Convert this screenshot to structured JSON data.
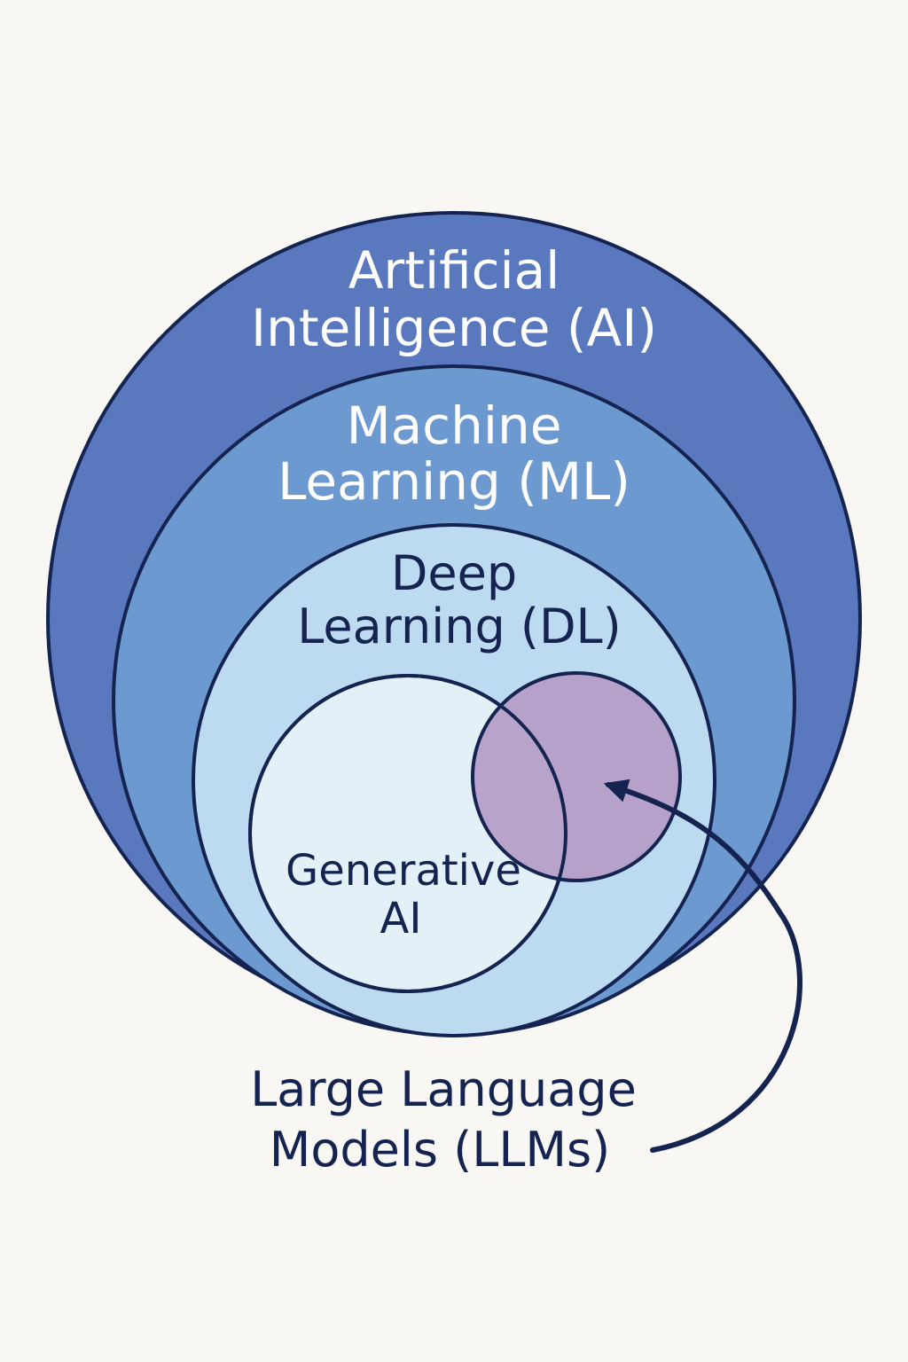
{
  "diagram": {
    "ai": {
      "line1": "Artificial",
      "line2": "Intelligence (AI)"
    },
    "ml": {
      "line1": "Machine",
      "line2": "Learning (ML)"
    },
    "dl": {
      "line1": "Deep",
      "line2": "Learning (DL)"
    },
    "genai": {
      "line1": "Generative",
      "line2": "AI"
    },
    "llm": {
      "line1": "Large Language",
      "line2": "Models (LLMs)"
    }
  },
  "colors": {
    "background": "#f8f7f4",
    "ai_fill": "#5a78bd",
    "ml_fill": "#6c99d0",
    "dl_fill": "#bcdaf0",
    "genai_fill": "#e3f0f8",
    "llm_fill": "#b49cc5",
    "outline": "#14234f"
  }
}
